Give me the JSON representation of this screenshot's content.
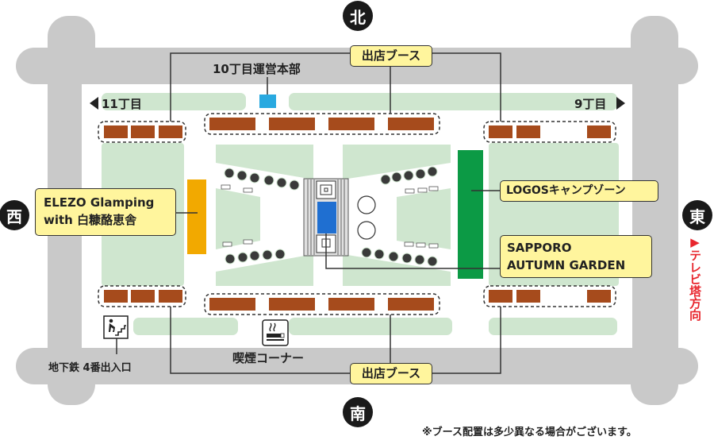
{
  "directions": {
    "north": "北",
    "south": "南",
    "west": "西",
    "east": "東"
  },
  "labels": {
    "hq": "10丁目運営本部",
    "left_street": "11丁目",
    "right_street": "9丁目",
    "booth_top": "出店ブース",
    "booth_bottom": "出店ブース",
    "elezo_line1": "ELEZO Glamping",
    "elezo_line2": "with 白糠酪恵舎",
    "logos": "LOGOSキャンプゾーン",
    "sapporo_line1": "SAPPORO",
    "sapporo_line2": "AUTUMN GARDEN",
    "subway": "地下鉄 4番出入口",
    "smoking": "喫煙コーナー",
    "tv_tower": "▶テレビ塔方向",
    "note": "※ブース配置は多少異なる場合がございます。"
  },
  "icons": [
    "stairs-icon",
    "smoking-icon",
    "arrow-left-icon",
    "arrow-right-icon"
  ],
  "colors": {
    "road": "#c9c9c9",
    "grass": "#cfe6cf",
    "booth": "#a64b1c",
    "callout": "#fff59d",
    "hq": "#29a9e0",
    "stage": "#1f6fd1",
    "logos": "#0c9a45",
    "elezo": "#f2a900",
    "accent_red": "#e8262d"
  }
}
